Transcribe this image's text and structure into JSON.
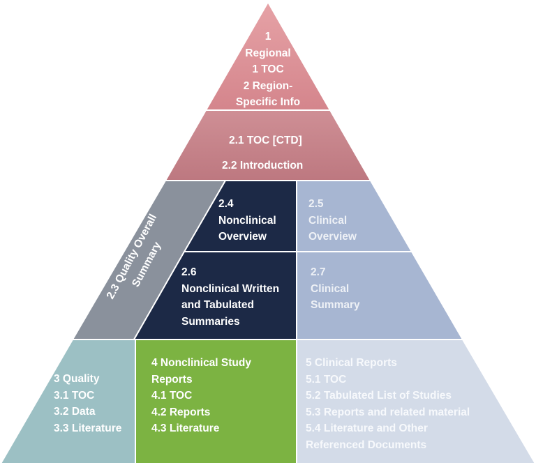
{
  "tiers": {
    "regional": {
      "lines": [
        "1",
        "Regional",
        "1 TOC",
        "2 Region-",
        "Specific Info"
      ],
      "color": "#d98c92"
    },
    "ctd": {
      "lines": [
        "2.1 TOC [CTD]",
        "2.2 Introduction"
      ],
      "color": "#c7838a"
    },
    "quality_overall": {
      "lines": [
        "2.3 Quality Overall",
        "Summary"
      ],
      "color": "#8a919c"
    },
    "nonclinical_overview": {
      "lines": [
        "2.4",
        "Nonclinical",
        "Overview"
      ],
      "color": "#1c2946"
    },
    "clinical_overview": {
      "lines": [
        "2.5",
        "Clinical",
        "Overview"
      ],
      "color": "#a7b6d2"
    },
    "nonclinical_summaries": {
      "lines": [
        "2.6",
        "Nonclinical Written",
        "and Tabulated",
        "Summaries"
      ],
      "color": "#1c2946"
    },
    "clinical_summary": {
      "lines": [
        "2.7",
        "Clinical",
        "Summary"
      ],
      "color": "#a7b6d2"
    },
    "quality_module": {
      "lines": [
        "3 Quality",
        "3.1 TOC",
        "3.2 Data",
        "3.3 Literature"
      ],
      "color": "#9cc0c4"
    },
    "nonclinical_module": {
      "lines": [
        "4 Nonclinical Study",
        "Reports",
        "4.1 TOC",
        "4.2 Reports",
        "4.3 Literature"
      ],
      "color": "#7cb342"
    },
    "clinical_module": {
      "lines": [
        "5 Clinical Reports",
        "5.1 TOC",
        "5.2 Tabulated List of Studies",
        "5.3 Reports and related material",
        "5.4 Literature and Other",
        "Referenced Documents"
      ],
      "color": "#d3dbe8"
    }
  }
}
